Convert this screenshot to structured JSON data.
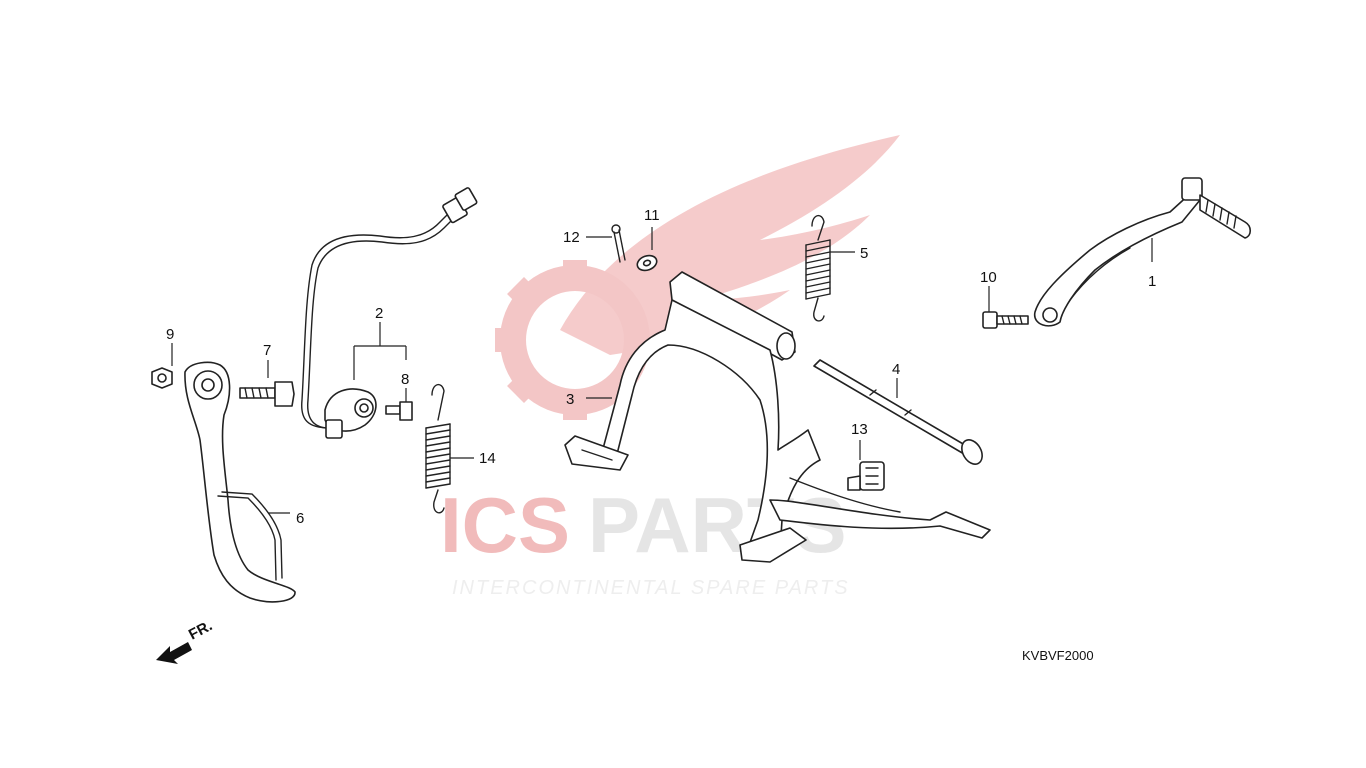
{
  "diagram_code": "KVBVF2000",
  "direction_label": "FR.",
  "watermark": {
    "brand_a": "ICS",
    "brand_b": "PARTS",
    "tagline": "INTERCONTINENTAL SPARE PARTS",
    "colors": {
      "red": "#e9a9a9",
      "gray": "#dcdcdc"
    }
  },
  "callouts": {
    "c1": "1",
    "c2": "2",
    "c3": "3",
    "c4": "4",
    "c5": "5",
    "c6": "6",
    "c7": "7",
    "c8": "8",
    "c9": "9",
    "c10": "10",
    "c11": "11",
    "c12": "12",
    "c13": "13",
    "c14": "14"
  },
  "parts": [
    "kick-starter-arm",
    "side-stand-switch",
    "main-stand",
    "main-stand-shaft",
    "stand-spring",
    "side-stand",
    "pivot-bolt",
    "switch-bolt",
    "nut",
    "kick-arm-bolt",
    "washer",
    "cotter-pin",
    "stopper-rubber",
    "side-stand-spring"
  ]
}
